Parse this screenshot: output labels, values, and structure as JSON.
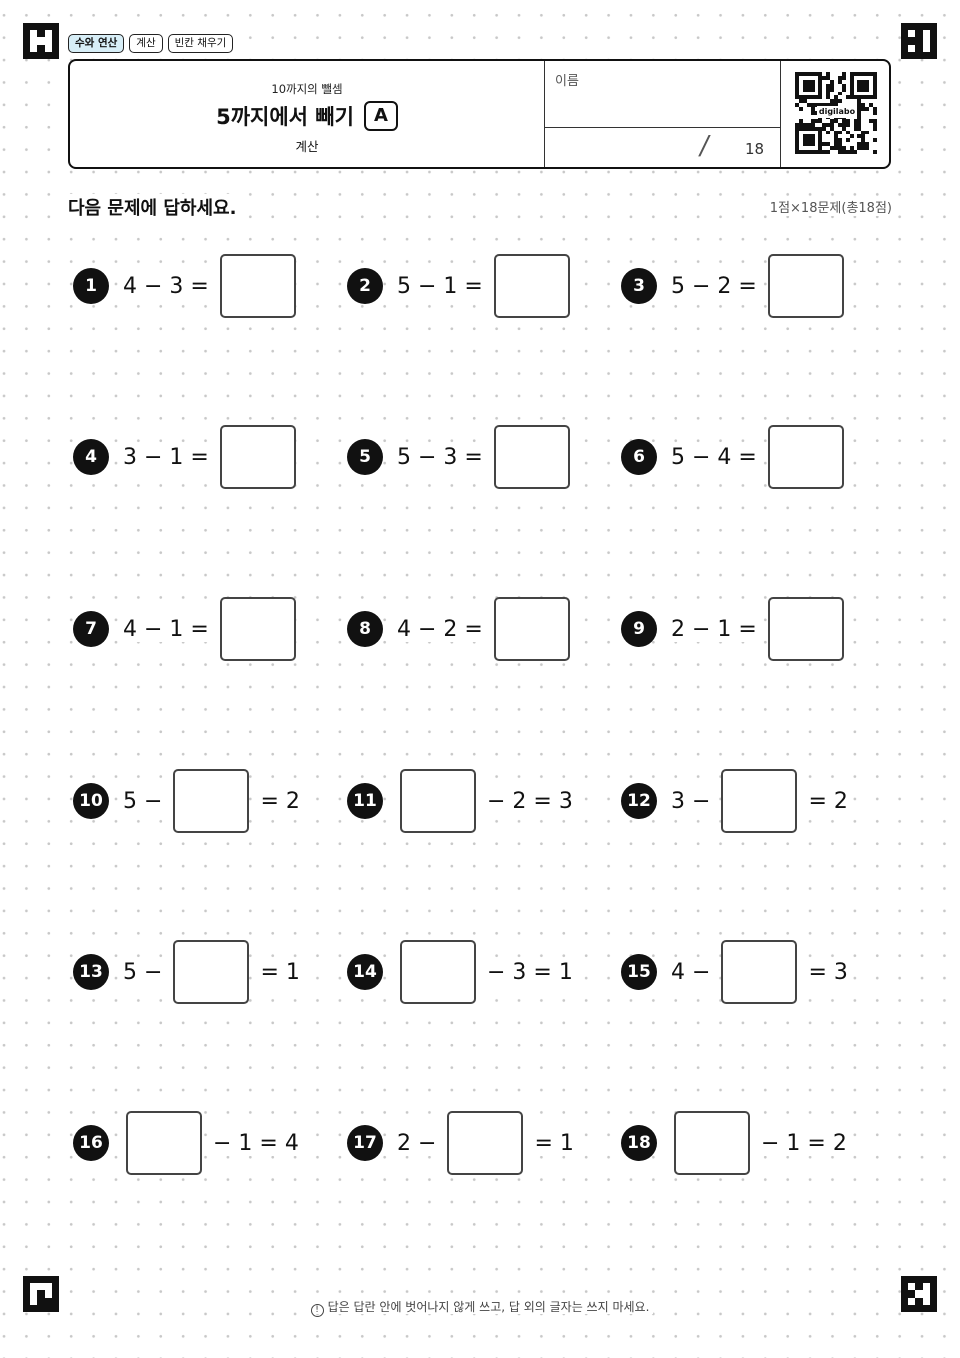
{
  "tags": [
    {
      "label": "수와 연산",
      "active": true
    },
    {
      "label": "계산",
      "active": false
    },
    {
      "label": "빈칸 채우기",
      "active": false
    }
  ],
  "header": {
    "subtitle": "10까지의 뺄셈",
    "title": "5까지에서 빼기",
    "badge": "A",
    "category": "계산",
    "name_label": "이름",
    "score_slash": "/",
    "score_total": "18",
    "qr_logo_text": "digilabo"
  },
  "instruction": "다음 문제에 답하세요.",
  "points": "1점×18문제(총18점)",
  "problems": [
    {
      "num": "1",
      "parts": [
        "4 − 3 =",
        "[box]"
      ]
    },
    {
      "num": "2",
      "parts": [
        "5 − 1 =",
        "[box]"
      ]
    },
    {
      "num": "3",
      "parts": [
        "5 − 2 =",
        "[box]"
      ]
    },
    {
      "num": "4",
      "parts": [
        "3 − 1 =",
        "[box]"
      ]
    },
    {
      "num": "5",
      "parts": [
        "5 − 3 =",
        "[box]"
      ]
    },
    {
      "num": "6",
      "parts": [
        "5 − 4 =",
        "[box]"
      ]
    },
    {
      "num": "7",
      "parts": [
        "4 − 1 =",
        "[box]"
      ]
    },
    {
      "num": "8",
      "parts": [
        "4 − 2 =",
        "[box]"
      ]
    },
    {
      "num": "9",
      "parts": [
        "2 − 1 =",
        "[box]"
      ]
    },
    {
      "num": "10",
      "parts": [
        "5 −",
        "[box]",
        "= 2"
      ]
    },
    {
      "num": "11",
      "parts": [
        "[box]",
        "− 2 = 3"
      ]
    },
    {
      "num": "12",
      "parts": [
        "3 −",
        "[box]",
        "= 2"
      ]
    },
    {
      "num": "13",
      "parts": [
        "5 −",
        "[box]",
        "= 1"
      ]
    },
    {
      "num": "14",
      "parts": [
        "[box]",
        "− 3 = 1"
      ]
    },
    {
      "num": "15",
      "parts": [
        "4 −",
        "[box]",
        "= 3"
      ]
    },
    {
      "num": "16",
      "parts": [
        "[box]",
        "− 1 = 4"
      ]
    },
    {
      "num": "17",
      "parts": [
        "2 −",
        "[box]",
        "= 1"
      ]
    },
    {
      "num": "18",
      "parts": [
        "[box]",
        "− 1 = 2"
      ]
    }
  ],
  "footer": "답은 답란 안에 벗어나지 않게 쓰고, 답 외의 글자는 쓰지 마세요.",
  "footer_icon": "info-icon"
}
